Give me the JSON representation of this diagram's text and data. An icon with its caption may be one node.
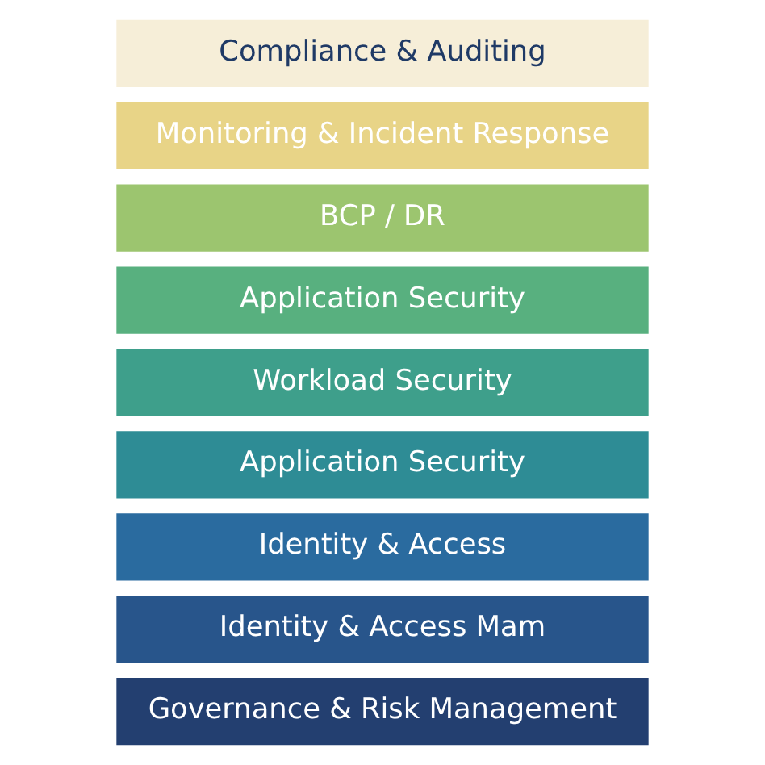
{
  "diagram": {
    "nodes": [
      {
        "text": [
          "Compliance & Auditing"
        ]
      },
      {
        "text": [
          "Monitoring & Incident Response"
        ]
      },
      {
        "text": [
          "BCP / DR"
        ]
      },
      {
        "text": [
          "Application Security"
        ]
      },
      {
        "text": [
          "Workload Security"
        ]
      },
      {
        "text": [
          "Application Security"
        ]
      },
      {
        "text": [
          "Identity & Access"
        ]
      },
      {
        "text": [
          "Identity & Access Mam"
        ]
      },
      {
        "text": [
          "Governance & Risk Management"
        ]
      }
    ]
  }
}
